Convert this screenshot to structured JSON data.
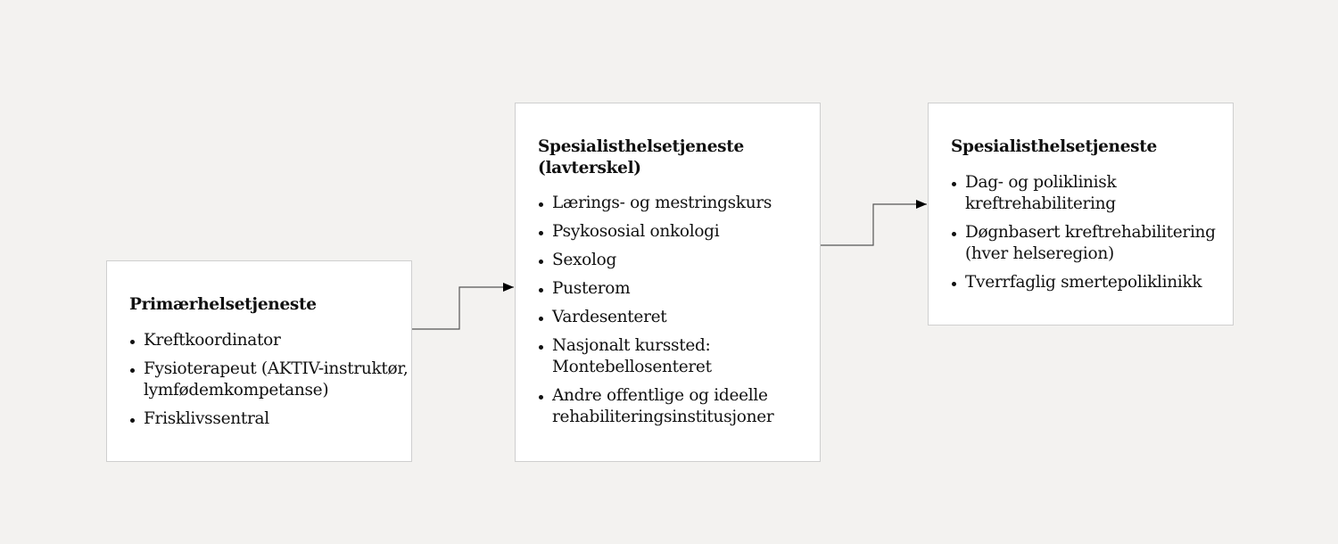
{
  "diagram": {
    "type": "flowchart",
    "colors": {
      "background": "#f3f2f0",
      "box_fill": "#ffffff",
      "box_border": "#cfcfcf",
      "connector": "#555555",
      "arrowhead": "#000000",
      "text": "#111111"
    },
    "boxes": [
      {
        "id": "primary",
        "title": "Primærhelsetjeneste",
        "items": [
          "Kreftkoordinator",
          "Fysioterapeut (AKTIV-instruktør, lymfødemkompetanse)",
          "Frisklivssentral"
        ]
      },
      {
        "id": "lavterskel",
        "title": "Spesialisthelsetjeneste (lavterskel)",
        "items": [
          "Lærings- og mestringskurs",
          "Psykososial onkologi",
          "Sexolog",
          "Pusterom",
          "Vardesenteret",
          "Nasjonalt kurssted: Montebellosenteret",
          "Andre offentlige og ideelle rehabiliteringsinstitusjoner"
        ]
      },
      {
        "id": "spesialist",
        "title": "Spesialisthelsetjeneste",
        "items": [
          "Dag- og poliklinisk kreftrehabilitering",
          "Døgnbasert kreftrehabilitering (hver helseregion)",
          "Tverrfaglig smertepoliklinikk"
        ]
      }
    ],
    "edges": [
      {
        "from": "primary",
        "to": "lavterskel"
      },
      {
        "from": "lavterskel",
        "to": "spesialist"
      }
    ]
  }
}
